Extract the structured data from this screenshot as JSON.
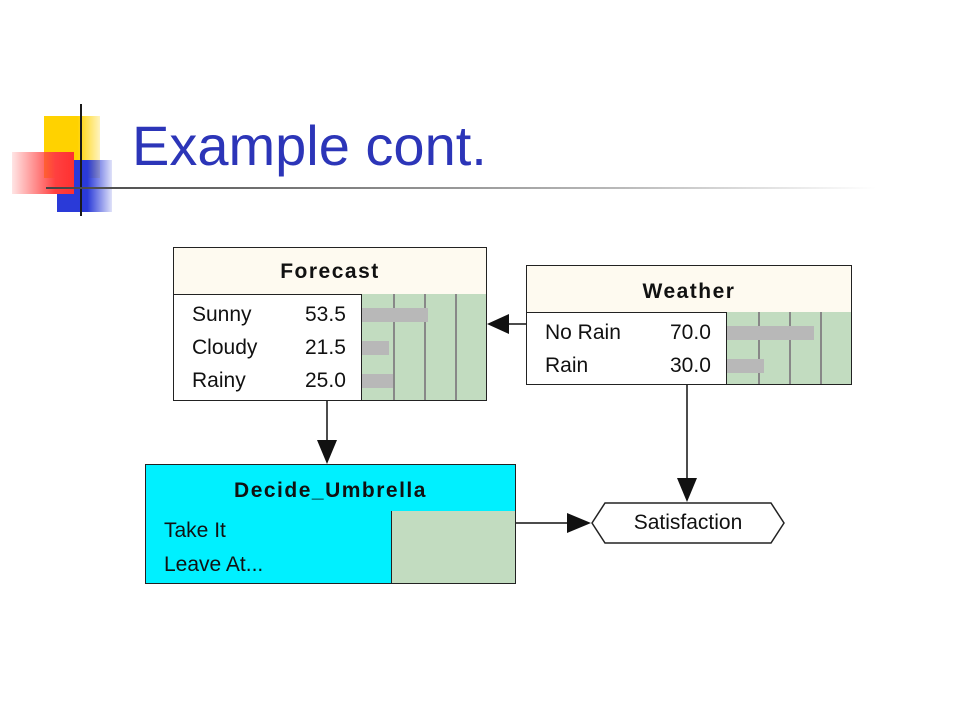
{
  "slide": {
    "title": "Example cont."
  },
  "nodes": {
    "forecast": {
      "title": "Forecast",
      "states": [
        {
          "label": "Sunny",
          "value": "53.5",
          "percent": 53.5
        },
        {
          "label": "Cloudy",
          "value": "21.5",
          "percent": 21.5
        },
        {
          "label": "Rainy",
          "value": "25.0",
          "percent": 25.0
        }
      ]
    },
    "weather": {
      "title": "Weather",
      "states": [
        {
          "label": "No Rain",
          "value": "70.0",
          "percent": 70.0
        },
        {
          "label": "Rain",
          "value": "30.0",
          "percent": 30.0
        }
      ]
    },
    "decide": {
      "title": "Decide_Umbrella",
      "choices": [
        "Take It",
        "Leave At..."
      ]
    },
    "satisfaction": {
      "title": "Satisfaction"
    }
  },
  "edges": [
    {
      "from": "weather",
      "to": "forecast"
    },
    {
      "from": "forecast",
      "to": "decide"
    },
    {
      "from": "weather",
      "to": "satisfaction"
    },
    {
      "from": "decide",
      "to": "satisfaction"
    }
  ],
  "colors": {
    "title": "#2c35b8",
    "decision_node": "#00f0ff",
    "belief_bar_area": "#c2dcc0",
    "belief_bar": "#b8b8b8",
    "node_header": "#fefaf0"
  }
}
